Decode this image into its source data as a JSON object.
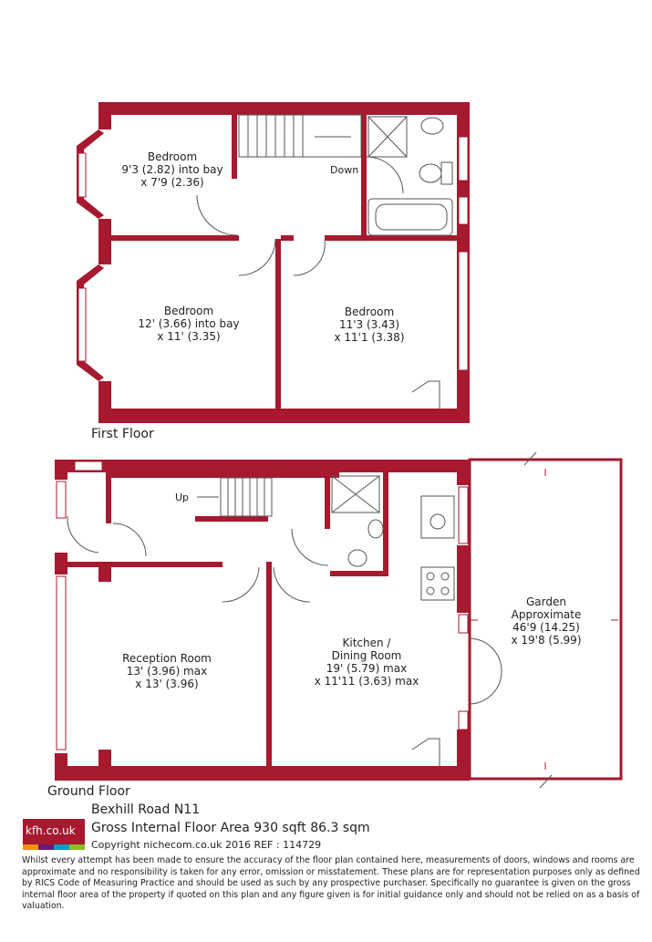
{
  "colors": {
    "wall": "#a6192e",
    "fixture": "#555555",
    "logo_bg": "#a6192e"
  },
  "first_floor": {
    "label": "First Floor",
    "rooms": [
      {
        "name": "Bedroom",
        "dims1": "9'3 (2.82) into bay",
        "dims2": "x 7'9 (2.36)"
      },
      {
        "name": "Bedroom",
        "dims1": "12' (3.66) into bay",
        "dims2": "x 11' (3.35)"
      },
      {
        "name": "Bedroom",
        "dims1": "11'3 (3.43)",
        "dims2": "x 11'1 (3.38)"
      }
    ],
    "stairs_label": "Down"
  },
  "ground_floor": {
    "label": "Ground Floor",
    "stairs_label": "Up",
    "rooms": [
      {
        "name": "Reception Room",
        "dims1": "13' (3.96) max",
        "dims2": "x 13' (3.96)"
      },
      {
        "name": "Kitchen /",
        "name2": "Dining Room",
        "dims1": "19' (5.79) max",
        "dims2": "x 11'11 (3.63) max"
      },
      {
        "name": "Garden",
        "name2": "Approximate",
        "dims1": "46'9 (14.25)",
        "dims2": "x 19'8 (5.99)"
      }
    ]
  },
  "footer": {
    "address": "Bexhill Road  N11",
    "gia": "Gross Internal Floor Area 930 sqft 86.3 sqm",
    "copyright": "Copyright nichecom.co.uk 2016 REF : 114729",
    "logo_text": "kfh.co.uk",
    "disclaimer": "Whilst every attempt has been made to ensure the accuracy of the floor plan contained here, measurements of doors, windows and rooms are approximate and no responsibility is taken for any error, omission or misstatement.  These plans are for representation purposes only as defined by RICS Code of Measuring Practice and should be used as such by any prospective purchaser.  Specifically no guarantee is given on the gross internal floor area of the property if quoted on this plan and any figure given is for initial guidance only and should not be relied on as a basis of valuation."
  }
}
